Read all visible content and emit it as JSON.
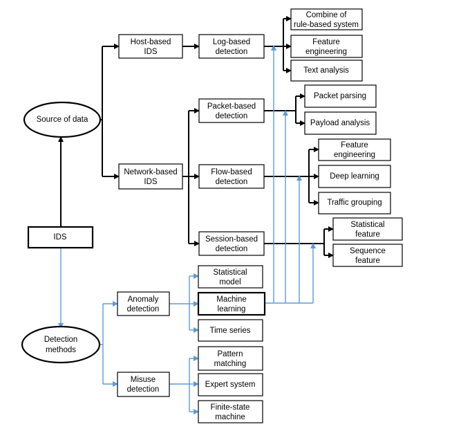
{
  "nodes": {
    "ids": {
      "lines": [
        "IDS"
      ]
    },
    "source_of_data": {
      "lines": [
        "Source of data"
      ]
    },
    "detection_methods": {
      "lines": [
        "Detection",
        "methods"
      ]
    },
    "host_based_ids": {
      "lines": [
        "Host-based",
        "IDS"
      ]
    },
    "network_based_ids": {
      "lines": [
        "Network-based",
        "IDS"
      ]
    },
    "log_based": {
      "lines": [
        "Log-based",
        "detection"
      ]
    },
    "packet_based": {
      "lines": [
        "Packet-based",
        "detection"
      ]
    },
    "flow_based": {
      "lines": [
        "Flow-based",
        "detection"
      ]
    },
    "session_based": {
      "lines": [
        "Session-based",
        "detection"
      ]
    },
    "combine_rule_based": {
      "lines": [
        "Combine of",
        "rule-based system"
      ]
    },
    "feature_engineering_log": {
      "lines": [
        "Feature",
        "engineering"
      ]
    },
    "text_analysis": {
      "lines": [
        "Text analysis"
      ]
    },
    "packet_parsing": {
      "lines": [
        "Packet parsing"
      ]
    },
    "payload_analysis": {
      "lines": [
        "Payload analysis"
      ]
    },
    "feature_engineering_flow": {
      "lines": [
        "Feature",
        "engineering"
      ]
    },
    "deep_learning": {
      "lines": [
        "Deep learning"
      ]
    },
    "traffic_grouping": {
      "lines": [
        "Traffic grouping"
      ]
    },
    "statistical_feature": {
      "lines": [
        "Statistical",
        "feature"
      ]
    },
    "sequence_feature": {
      "lines": [
        "Sequence",
        "feature"
      ]
    },
    "anomaly_detection": {
      "lines": [
        "Anomaly",
        "detection"
      ]
    },
    "misuse_detection": {
      "lines": [
        "Misuse",
        "detection"
      ]
    },
    "statistical_model": {
      "lines": [
        "Statistical",
        "model"
      ]
    },
    "machine_learning": {
      "lines": [
        "Machine",
        "learning"
      ]
    },
    "time_series": {
      "lines": [
        "Time series"
      ]
    },
    "pattern_matching": {
      "lines": [
        "Pattern",
        "matching"
      ]
    },
    "expert_system": {
      "lines": [
        "Expert system"
      ]
    },
    "finite_state_machine": {
      "lines": [
        "Finite-state",
        "machine"
      ]
    }
  },
  "colors": {
    "hierarchy_line": "#000000",
    "methods_line": "#5b9bd5",
    "box_fill": "#ffffff"
  }
}
